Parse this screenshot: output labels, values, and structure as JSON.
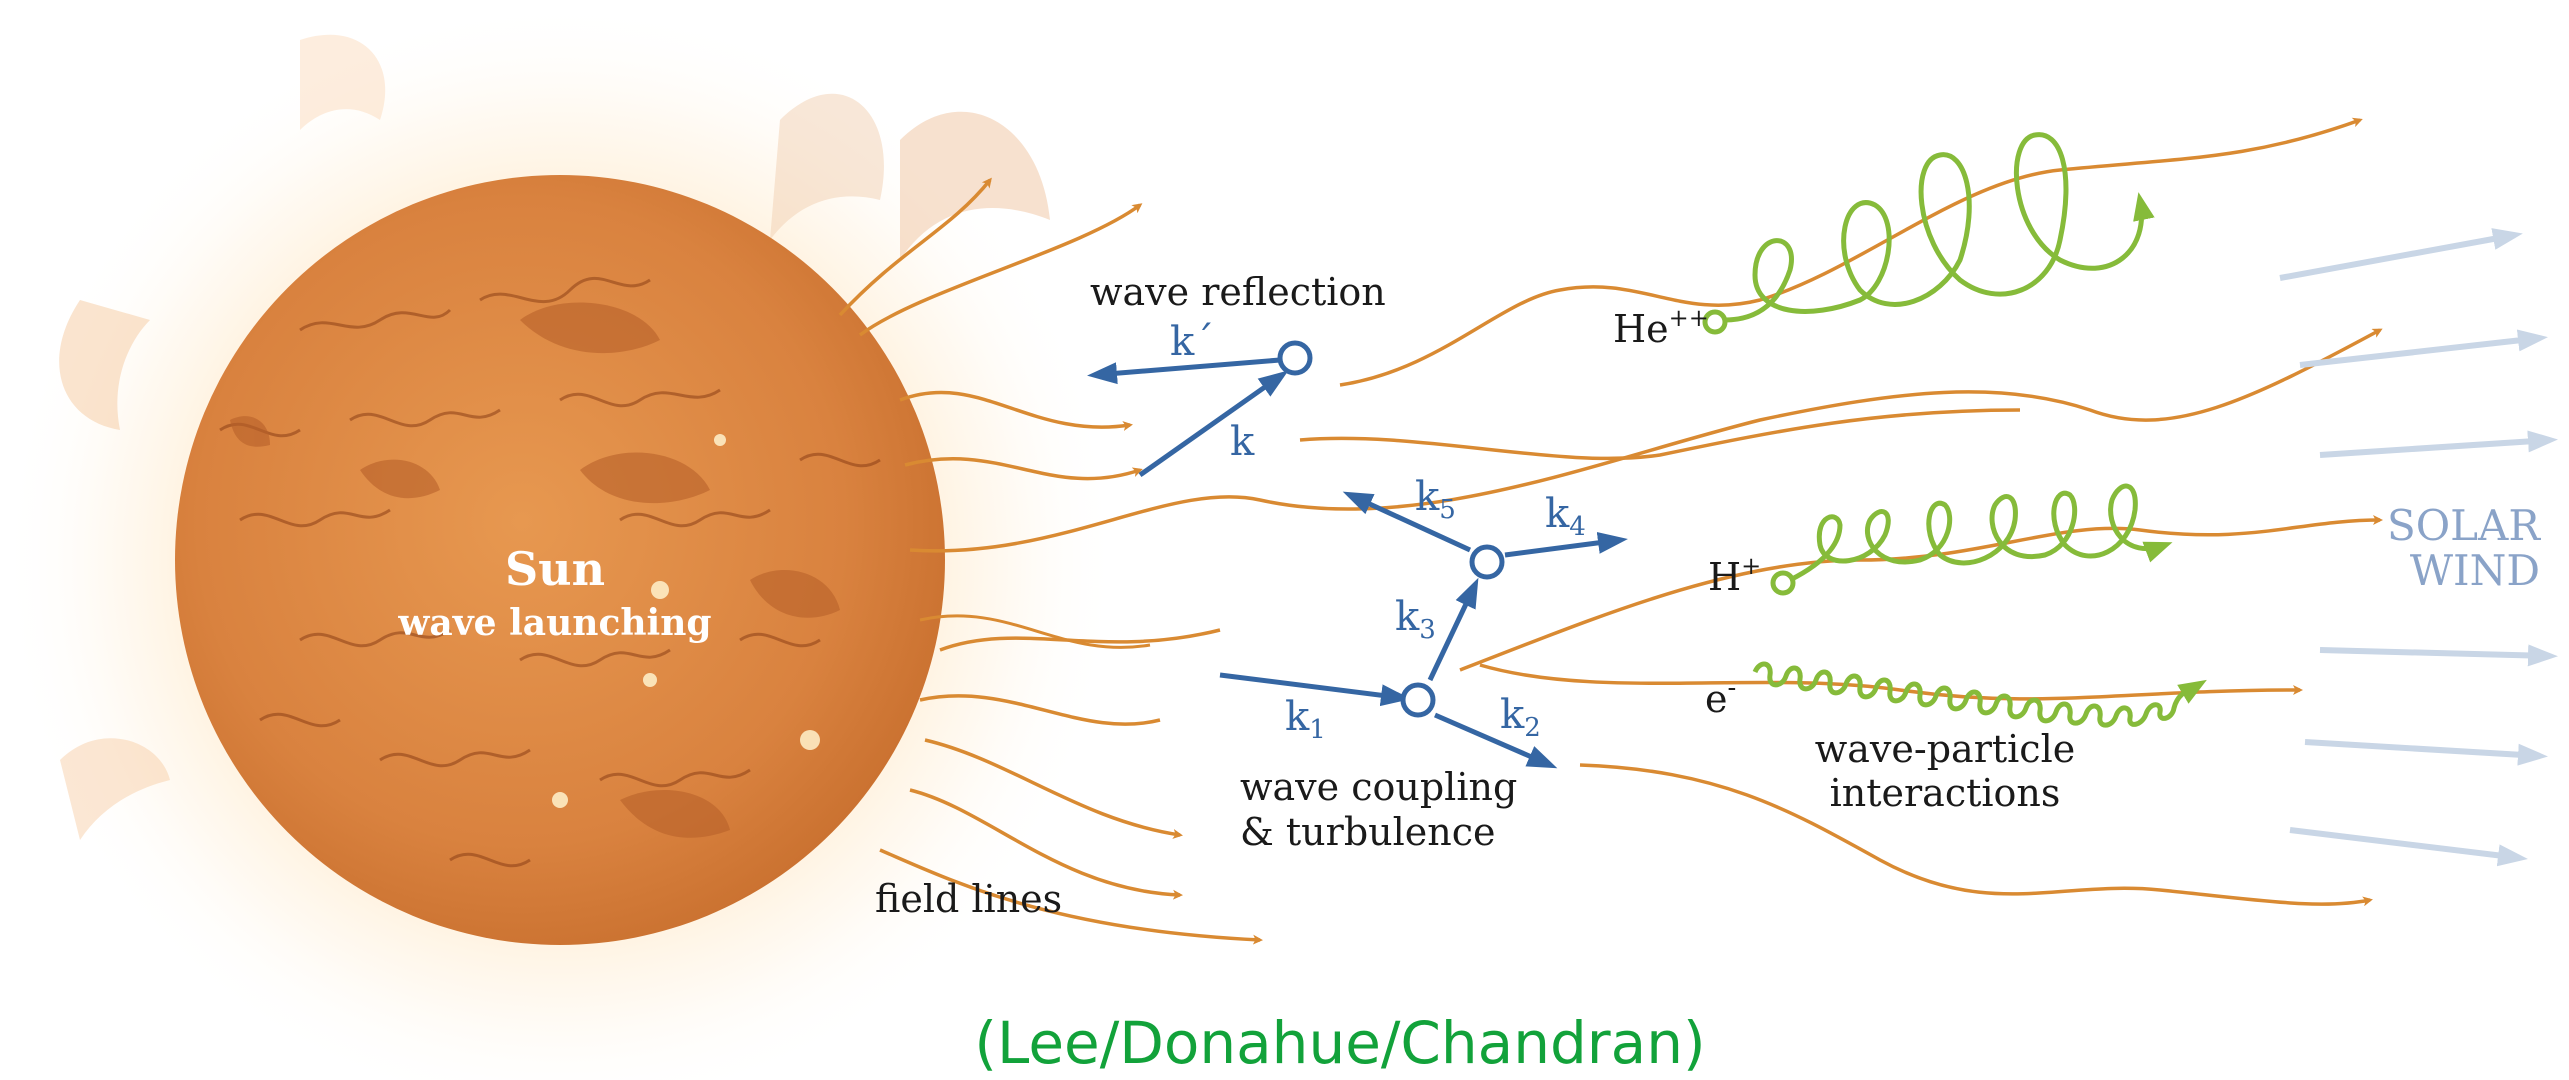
{
  "diagram": {
    "sun": {
      "title": "Sun",
      "subtitle": "wave launching"
    },
    "labels": {
      "wave_reflection": "wave reflection",
      "wave_coupling_line1": "wave coupling",
      "wave_coupling_line2": "& turbulence",
      "field_lines": "field lines",
      "wave_particle_line1": "wave-particle",
      "wave_particle_line2": "interactions",
      "solar_wind_line1": "SOLAR",
      "solar_wind_line2": "WIND"
    },
    "wave_vectors": {
      "k_prime": "k´",
      "k": "k",
      "k1_base": "k",
      "k1_sub": "1",
      "k2_base": "k",
      "k2_sub": "2",
      "k3_base": "k",
      "k3_sub": "3",
      "k4_base": "k",
      "k4_sub": "4",
      "k5_base": "k",
      "k5_sub": "5"
    },
    "particles": {
      "helium_base": "He",
      "helium_sup": "++",
      "proton_base": "H",
      "proton_sup": "+",
      "electron_base": "e",
      "electron_sup": "-"
    },
    "credit": "(Lee/Donahue/Chandran)",
    "colors": {
      "field_line": "#d98a32",
      "vector": "#3566a3",
      "particle_spiral": "#86bb3a",
      "solar_wind_arrow": "#c9d6e6",
      "credit": "#12a23a",
      "sun_fill": "#d9823f"
    }
  }
}
